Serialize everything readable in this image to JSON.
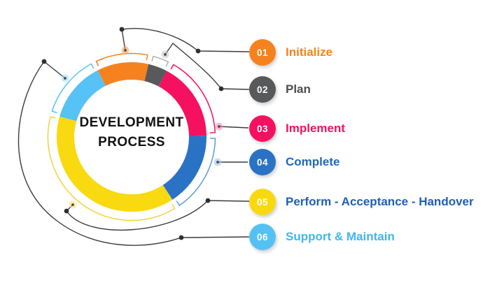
{
  "diagram": {
    "title_line1": "DEVELOPMENT",
    "title_line2": "PROCESS",
    "donut": {
      "segments": [
        {
          "name": "initialize",
          "color": "#F6821F",
          "bracket_color": "#F6821F",
          "halo_color": "#F6A45C",
          "start": -27,
          "end": 13
        },
        {
          "name": "plan",
          "color": "#58595B",
          "bracket_color": "#B3B3B5",
          "halo_color": "#C8C8CA",
          "start": 13,
          "end": 28
        },
        {
          "name": "implement",
          "color": "#F5115F",
          "bracket_color": "#F5115F",
          "halo_color": "#F78FB9",
          "start": 28,
          "end": 89
        },
        {
          "name": "complete",
          "color": "#2A72C4",
          "bracket_color": "#5B9BD5",
          "halo_color": "#9CC4EC",
          "start": 89,
          "end": 147
        },
        {
          "name": "perform",
          "color": "#F9D90F",
          "bracket_color": "#F2D23C",
          "halo_color": "#F6E37E",
          "start": 147,
          "end": 286
        },
        {
          "name": "support",
          "color": "#56C2F5",
          "bracket_color": "#56C2F5",
          "halo_color": "#A3DDF9",
          "start": 286,
          "end": 333
        }
      ]
    },
    "connector_color": "#3C3C3C",
    "dot_color": "#2F2F2F"
  },
  "steps": [
    {
      "number": "01",
      "label": "Initialize",
      "color": "#F6821F",
      "label_color": "#F6821F"
    },
    {
      "number": "02",
      "label": "Plan",
      "color": "#58595B",
      "label_color": "#4D4D4F"
    },
    {
      "number": "03",
      "label": "Implement",
      "color": "#F5115F",
      "label_color": "#F5115F"
    },
    {
      "number": "04",
      "label": "Complete",
      "color": "#2A72C4",
      "label_color": "#1E68BC"
    },
    {
      "number": "05",
      "label": "Perform - Acceptance - Handover",
      "color": "#F8D90F",
      "label_color": "#1E5FB4"
    },
    {
      "number": "06",
      "label": "Support & Maintain",
      "color": "#55C1F3",
      "label_color": "#41B6F1"
    }
  ]
}
